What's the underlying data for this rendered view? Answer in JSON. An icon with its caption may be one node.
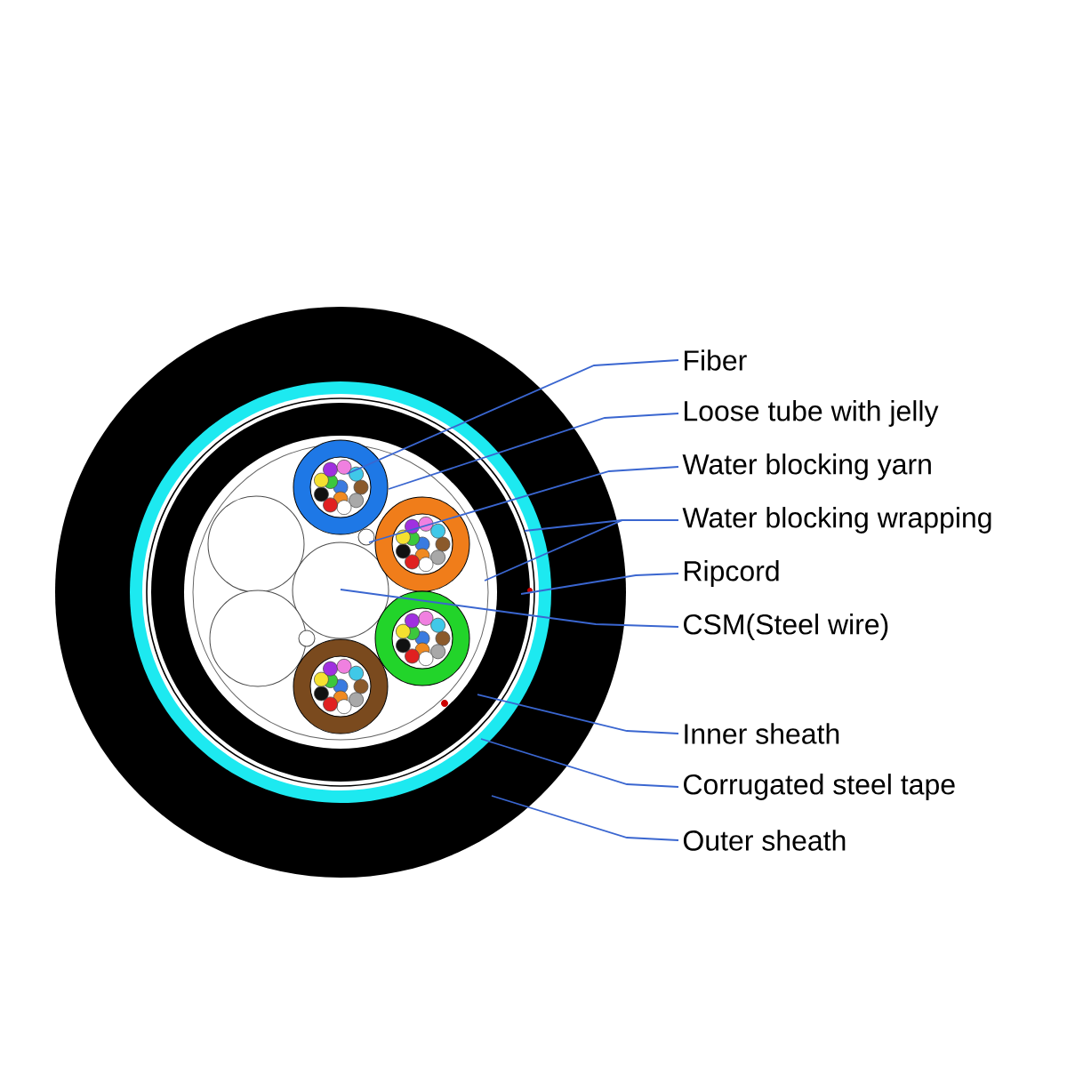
{
  "diagram": {
    "nodes": [
      {
        "text": [
          "Fiber"
        ]
      },
      {
        "text": [
          "Loose tube with jelly"
        ]
      },
      {
        "text": [
          "Water blocking yarn"
        ]
      },
      {
        "text": [
          "Water blocking wrapping"
        ]
      },
      {
        "text": [
          "Ripcord"
        ]
      },
      {
        "text": [
          "CSM(Steel wire)"
        ]
      },
      {
        "text": [
          "Inner sheath"
        ]
      },
      {
        "text": [
          "Corrugated steel tape"
        ]
      },
      {
        "text": [
          "Outer sheath"
        ]
      }
    ],
    "edges": [
      {
        "from": 0,
        "to": null,
        "arrow": "none"
      },
      {
        "from": 1,
        "to": null,
        "arrow": "none"
      },
      {
        "from": 2,
        "to": null,
        "arrow": "none"
      },
      {
        "from": 3,
        "to": null,
        "arrow": "none"
      },
      {
        "from": 3,
        "to": null,
        "arrow": "none"
      },
      {
        "from": 4,
        "to": null,
        "arrow": "none"
      },
      {
        "from": 5,
        "to": null,
        "arrow": "none"
      },
      {
        "from": 6,
        "to": null,
        "arrow": "none"
      },
      {
        "from": 7,
        "to": null,
        "arrow": "none"
      },
      {
        "from": 8,
        "to": null,
        "arrow": "none"
      }
    ]
  }
}
